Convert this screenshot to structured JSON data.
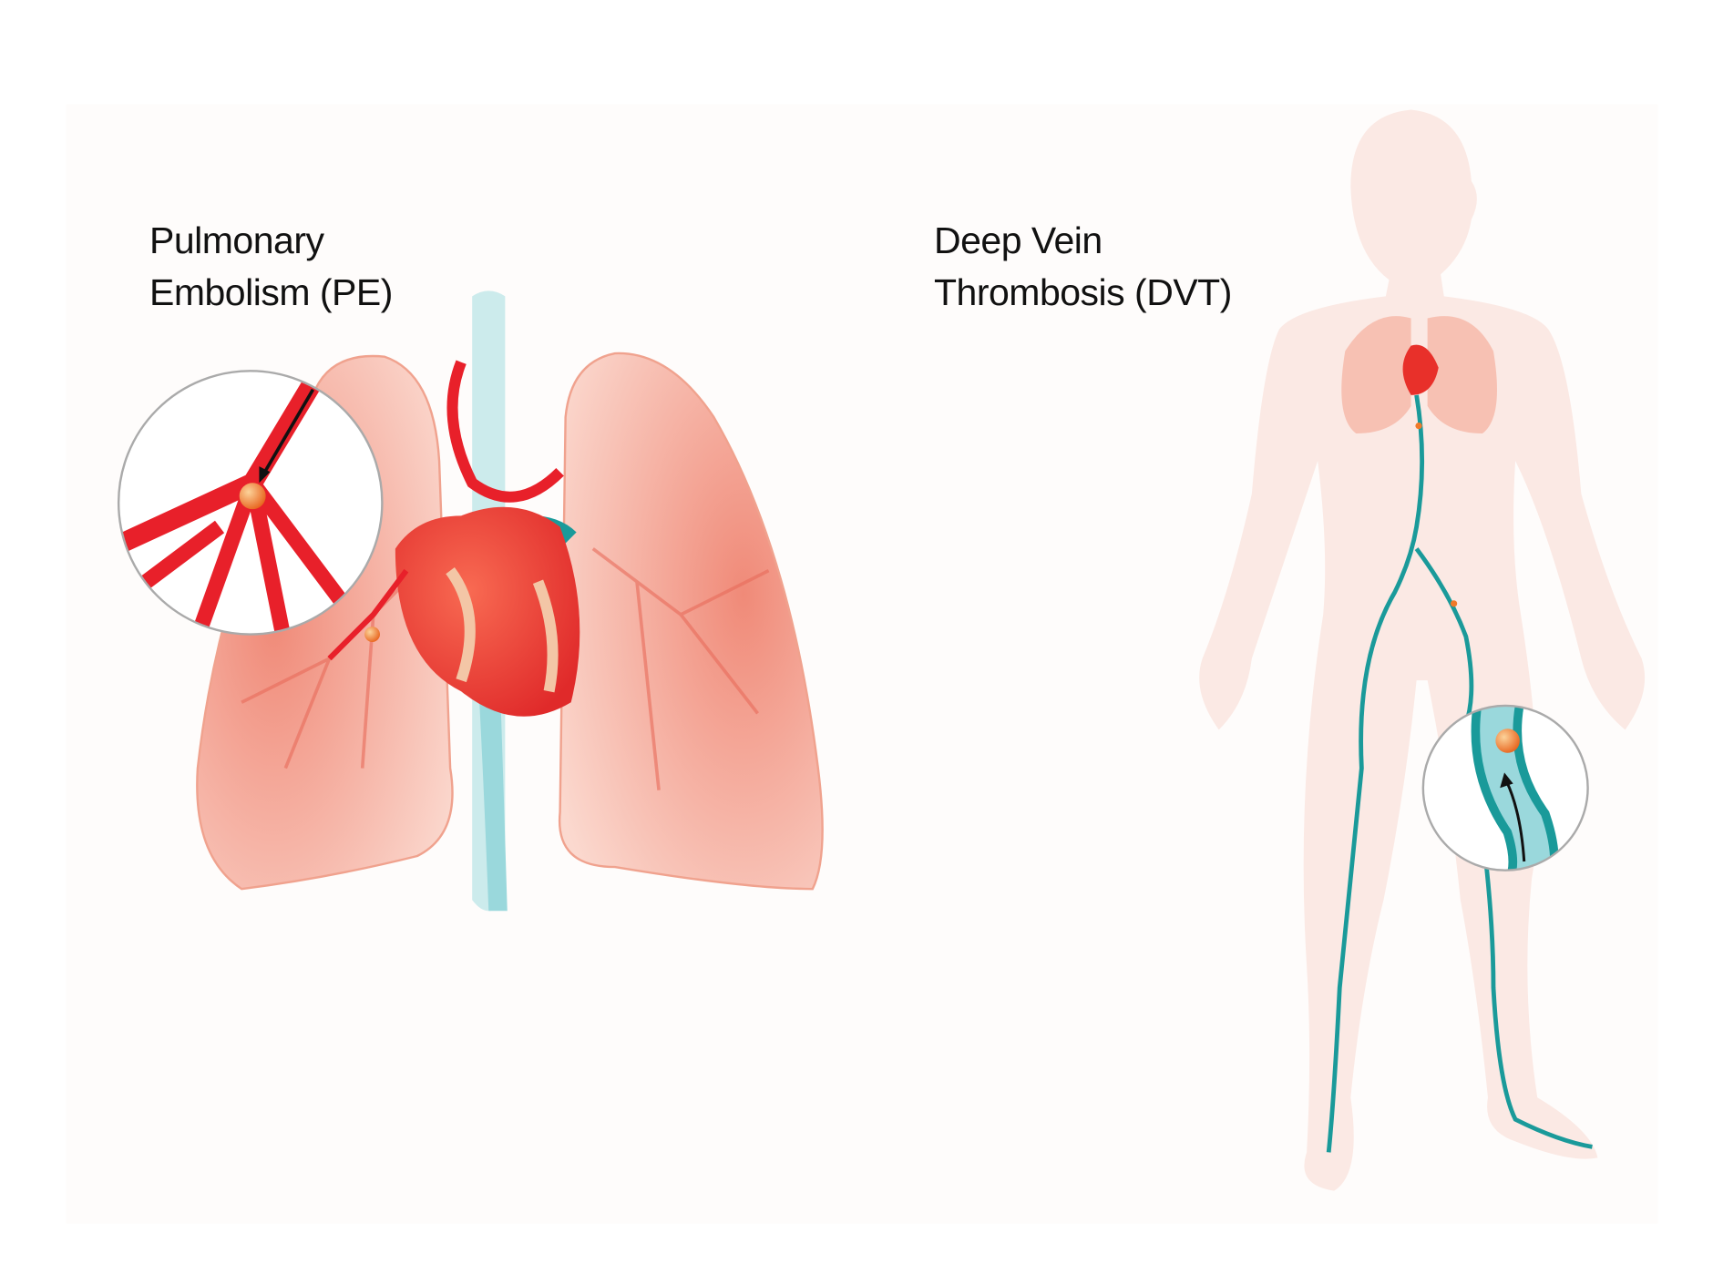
{
  "panels": {
    "pe": {
      "title_line1": "Pulmonary",
      "title_line2": "Embolism (PE)"
    },
    "dvt": {
      "title_line1": "Deep Vein",
      "title_line2": "Thrombosis (DVT)"
    }
  },
  "colors": {
    "artery": "#e8202a",
    "vein": "#1a9a9a",
    "lung": "#f6c6b6",
    "body": "#fbe9e4",
    "clot": "#f07a2a"
  }
}
